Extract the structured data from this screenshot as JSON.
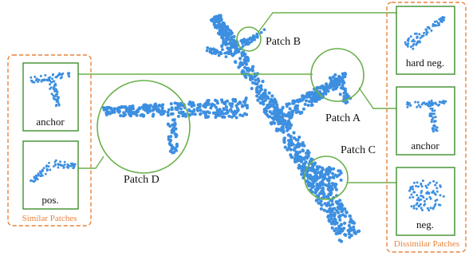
{
  "colors": {
    "point": "#3d8fe0",
    "callout": "#6ab04c",
    "group_border": "#e8823a",
    "group_text": "#e8823a",
    "panel_border": "#3f8f2e"
  },
  "labels": {
    "patch_a": "Patch A",
    "patch_b": "Patch B",
    "patch_c": "Patch C",
    "patch_d": "Patch D"
  },
  "similar": {
    "title": "Similar Patches",
    "anchor": "anchor",
    "pos": "pos."
  },
  "dissimilar": {
    "title": "Dissimilar Patches",
    "hard_neg": "hard neg.",
    "anchor": "anchor",
    "neg": "neg."
  }
}
